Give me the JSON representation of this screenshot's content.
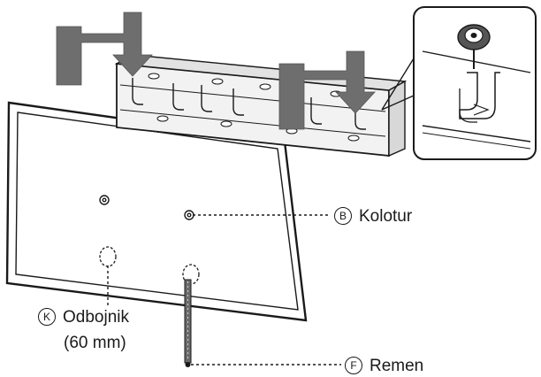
{
  "callouts": {
    "spacer": {
      "letter": "B",
      "name": "Kolotur"
    },
    "bumper": {
      "letter": "K",
      "name": "Odbojnik",
      "note": "(60 mm)"
    },
    "strap": {
      "letter": "F",
      "name": "Remen"
    }
  },
  "colors": {
    "line": "#1a1a1a",
    "arrow_fill": "#6e6e6e",
    "bracket_fill": "#f2f2f2",
    "screw_fill": "#555555"
  }
}
